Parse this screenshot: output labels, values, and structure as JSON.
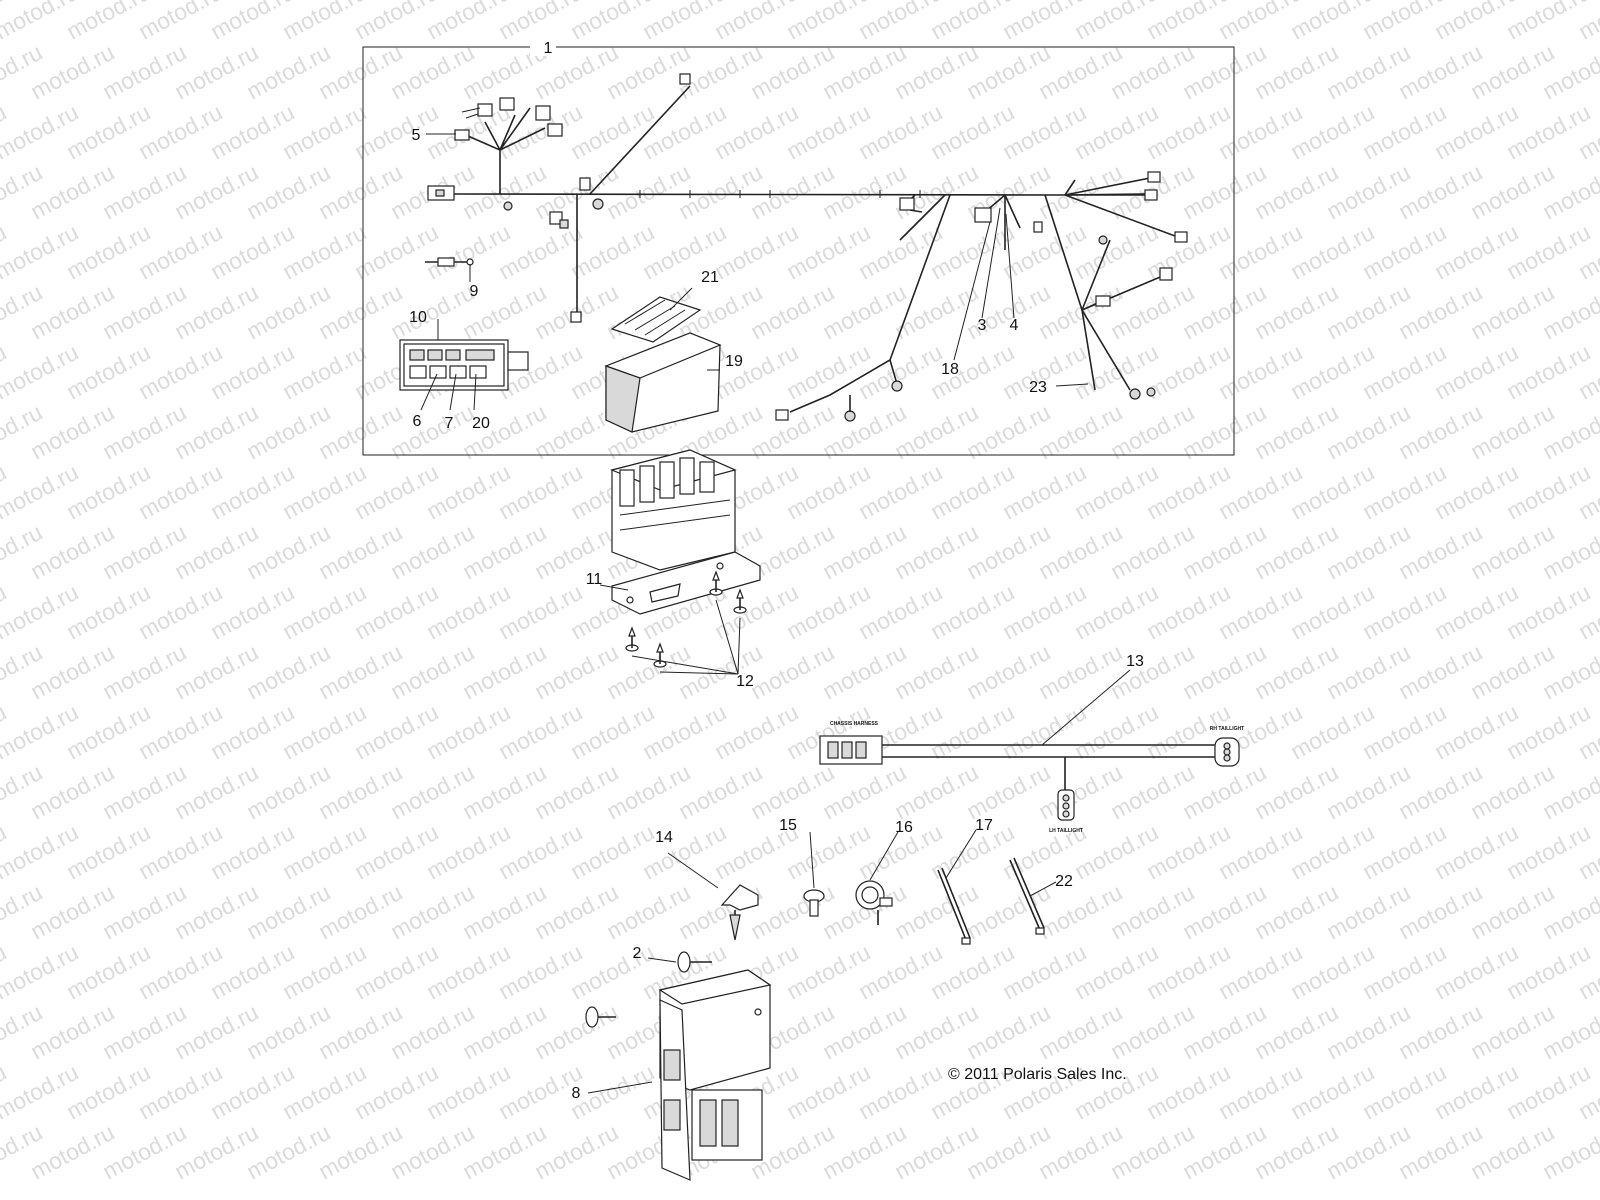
{
  "watermark": {
    "text": "motod.ru"
  },
  "callouts": {
    "n1": "1",
    "n2": "2",
    "n3": "3",
    "n4": "4",
    "n5": "5",
    "n6": "6",
    "n7": "7",
    "n8": "8",
    "n9": "9",
    "n10": "10",
    "n11": "11",
    "n12": "12",
    "n13": "13",
    "n14": "14",
    "n15": "15",
    "n16": "16",
    "n17": "17",
    "n18": "18",
    "n19": "19",
    "n20": "20",
    "n21": "21",
    "n22": "22",
    "n23": "23"
  },
  "harness_labels": {
    "chassis_harness": "CHASSIS HARNESS",
    "rh_taillight": "RH TAILLIGHT",
    "lh_taillight": "LH TAILLIGHT"
  },
  "copyright": "© 2011 Polaris Sales Inc."
}
